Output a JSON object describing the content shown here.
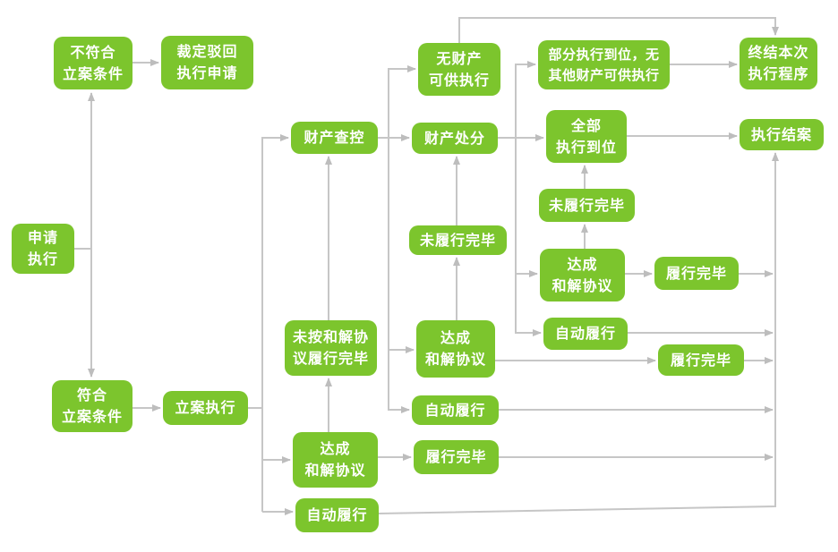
{
  "diagram": {
    "type": "flowchart",
    "language": "zh-CN",
    "colors": {
      "node_fill": "#7CC52D",
      "node_text": "#FFFFFF",
      "connector": "#C6C6C6"
    }
  },
  "nodes": {
    "apply": {
      "label": "申请\n执行"
    },
    "notMeet": {
      "label": "不符合\n立案条件"
    },
    "reject": {
      "label": "裁定驳回\n执行申请"
    },
    "meet": {
      "label": "符合\n立案条件"
    },
    "file": {
      "label": "立案执行"
    },
    "check": {
      "label": "财产查控"
    },
    "noProp": {
      "label": "无财产\n可供执行"
    },
    "disposal": {
      "label": "财产处分"
    },
    "partial": {
      "label": "部分执行到位，无\n其他财产可供执行"
    },
    "terminate": {
      "label": "终结本次\n执行程序"
    },
    "full": {
      "label": "全部\n执行到位"
    },
    "close": {
      "label": "执行结案"
    },
    "notFulR": {
      "label": "未履行完毕"
    },
    "settleR": {
      "label": "达成\n和解协议"
    },
    "fulR": {
      "label": "履行完毕"
    },
    "autoR": {
      "label": "自动履行"
    },
    "fulR2": {
      "label": "履行完毕"
    },
    "notFulM": {
      "label": "未履行完毕"
    },
    "settleM": {
      "label": "达成\n和解协议"
    },
    "autoM": {
      "label": "自动履行"
    },
    "fulL": {
      "label": "履行完毕"
    },
    "notPer": {
      "label": "未按和解协\n议履行完毕"
    },
    "settleL": {
      "label": "达成\n和解协议"
    },
    "autoB": {
      "label": "自动履行"
    }
  },
  "edges": [
    {
      "from": "申请执行",
      "to": "不符合立案条件"
    },
    {
      "from": "申请执行",
      "to": "符合立案条件"
    },
    {
      "from": "不符合立案条件",
      "to": "裁定驳回执行申请"
    },
    {
      "from": "符合立案条件",
      "to": "立案执行"
    },
    {
      "from": "立案执行",
      "to": "财产查控"
    },
    {
      "from": "立案执行",
      "to": "达成和解协议(下)"
    },
    {
      "from": "立案执行",
      "to": "自动履行(下)"
    },
    {
      "from": "财产查控",
      "to": "财产处分"
    },
    {
      "from": "财产查控",
      "to": "无财产可供执行"
    },
    {
      "from": "财产查控",
      "to": "达成和解协议(中)"
    },
    {
      "from": "财产查控",
      "to": "自动履行(中)"
    },
    {
      "from": "无财产可供执行",
      "to": "终结本次执行程序"
    },
    {
      "from": "财产处分",
      "to": "全部执行到位"
    },
    {
      "from": "财产处分",
      "to": "部分执行到位，无其他财产可供执行"
    },
    {
      "from": "财产处分",
      "to": "达成和解协议(上)"
    },
    {
      "from": "财产处分",
      "to": "自动履行(上)"
    },
    {
      "from": "部分执行到位，无其他财产可供执行",
      "to": "终结本次执行程序"
    },
    {
      "from": "全部执行到位",
      "to": "执行结案"
    },
    {
      "from": "未履行完毕(中)",
      "to": "财产处分"
    },
    {
      "from": "达成和解协议(中)",
      "to": "未履行完毕(中)"
    },
    {
      "from": "未履行完毕(上)",
      "to": "全部执行到位"
    },
    {
      "from": "达成和解协议(上)",
      "to": "未履行完毕(上)"
    },
    {
      "from": "达成和解协议(上)",
      "to": "履行完毕(上)"
    },
    {
      "from": "履行完毕(上)",
      "to": "执行结案"
    },
    {
      "from": "自动履行(上)",
      "to": "执行结案"
    },
    {
      "from": "达成和解协议(中)",
      "to": "履行完毕(中)"
    },
    {
      "from": "履行完毕(中)",
      "to": "执行结案"
    },
    {
      "from": "自动履行(中)",
      "to": "执行结案"
    },
    {
      "from": "未按和解协议履行完毕",
      "to": "财产查控"
    },
    {
      "from": "达成和解协议(下)",
      "to": "未按和解协议履行完毕"
    },
    {
      "from": "达成和解协议(下)",
      "to": "履行完毕(下)"
    },
    {
      "from": "履行完毕(下)",
      "to": "执行结案"
    },
    {
      "from": "自动履行(下)",
      "to": "执行结案"
    }
  ]
}
